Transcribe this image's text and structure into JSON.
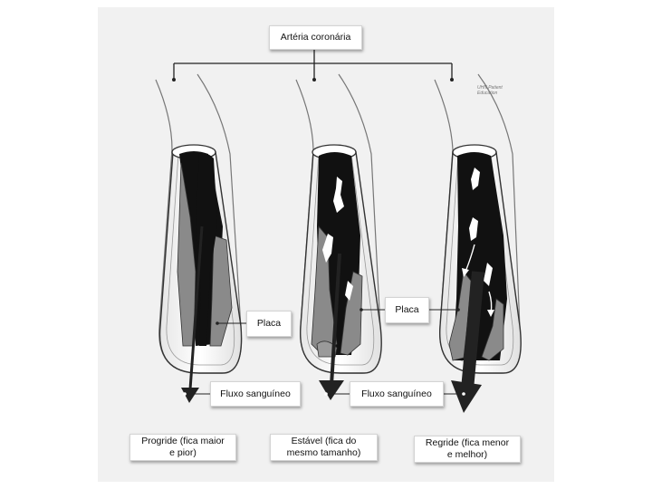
{
  "title": "Artéria coronária",
  "watermark": [
    "UHN Patient",
    "Education"
  ],
  "labels": {
    "placa_1": "Placa",
    "placa_2": "Placa",
    "fluxo_1": "Fluxo sanguíneo",
    "fluxo_2": "Fluxo sanguíneo"
  },
  "captions": {
    "progride": [
      "Progride (fica maior",
      "e pior)"
    ],
    "estavel": [
      "Estável (fica do",
      "mesmo tamanho)"
    ],
    "regride": [
      "Regride (fica menor",
      "e melhor)"
    ]
  },
  "colors": {
    "background": "#f1f1f1",
    "artery_wall": "#ffffff",
    "lumen": "#111111",
    "plaque": "#8a8a8a",
    "outline": "#333333"
  }
}
